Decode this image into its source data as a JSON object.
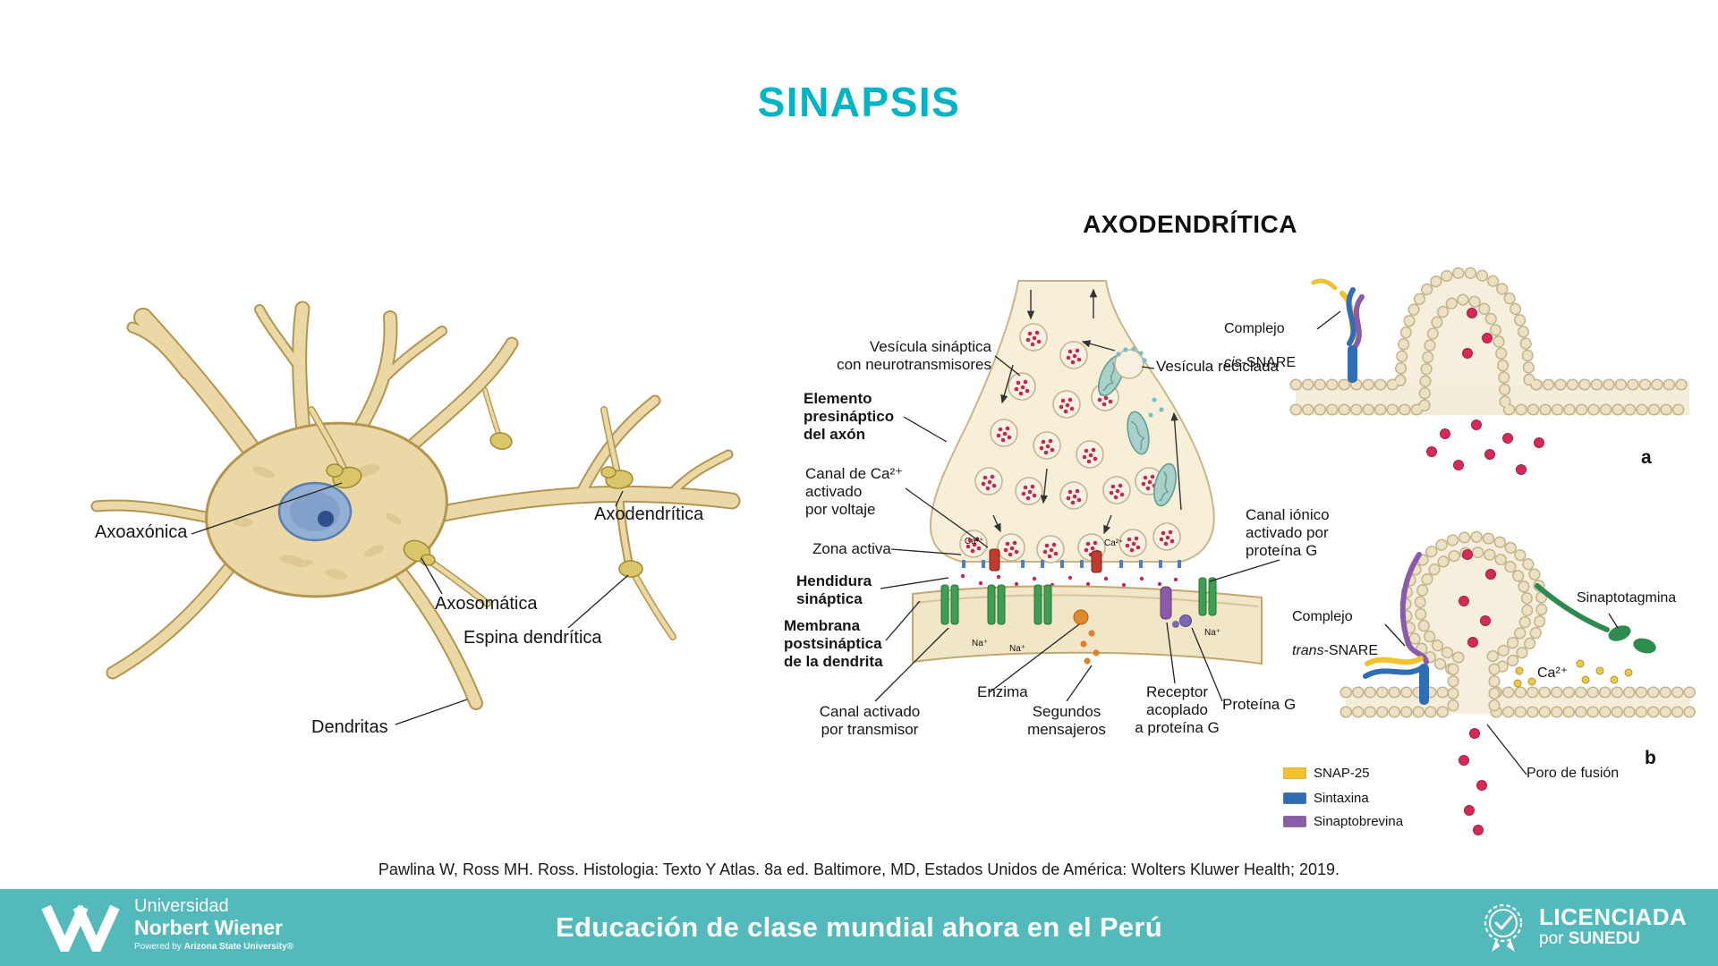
{
  "slide": {
    "title": "SINAPSIS",
    "title_color": "#00b4c5",
    "subtitle": "AXODENDRÍTICA",
    "citation": "Pawlina W, Ross MH. Ross. Histologia: Texto Y Atlas. 8a ed. Baltimore, MD, Estados Unidos de América: Wolters Kluwer Health; 2019."
  },
  "neuron_figure": {
    "axoaxonica": "Axoaxónica",
    "axodendritica": "Axodendrítica",
    "axosomatica": "Axosomática",
    "espina_dendritica": "Espina dendrítica",
    "dendritas": "Dendritas"
  },
  "synapse_figure": {
    "vesicula_sinaptica": "Vesícula sináptica\ncon neurotransmisores",
    "vesicula_reciclada": "Vesícula reciclada",
    "elemento_presinaptico": "Elemento\npresináptico\ndel axón",
    "canal_ca": "Canal de Ca²⁺\nactivado\npor voltaje",
    "zona_activa": "Zona activa",
    "hendidura_sinaptica": "Hendidura\nsináptica",
    "membrana_postsinaptica": "Membrana\npostsináptica\nde la dendrita",
    "canal_transmisor": "Canal activado\npor transmisor",
    "enzima": "Enzima",
    "segundos_mensajeros": "Segundos\nmensajeros",
    "receptor_proteina_g": "Receptor\nacoplado\na proteína G",
    "proteina_g": "Proteína G",
    "canal_ionico": "Canal iónico\nactivado por\nproteína G"
  },
  "ions": {
    "ca": "Ca²⁺",
    "na": "Na⁺"
  },
  "snare_figure": {
    "complejo": "Complejo",
    "cis": "cis",
    "trans": "trans",
    "snare_suffix": "-SNARE",
    "sinaptotagmina": "Sinaptotagmina",
    "ca": "Ca²⁺",
    "poro_fusion": "Poro de fusión",
    "panel_a": "a",
    "panel_b": "b",
    "legend": [
      {
        "label": "SNAP-25",
        "color": "#f2c12e"
      },
      {
        "label": "Sintaxina",
        "color": "#2f6db5"
      },
      {
        "label": "Sinaptobrevina",
        "color": "#8a5ca8"
      }
    ]
  },
  "footer": {
    "bar_color": "#53b9bb",
    "university_line1": "Universidad",
    "university_line2": "Norbert Wiener",
    "powered_prefix": "Powered by ",
    "powered_brand": "Arizona State University®",
    "tagline": "Educación de clase mundial ahora en el Perú",
    "licenciada": "LICENCIADA",
    "por": "por ",
    "sunedu": "SUNEDU"
  }
}
